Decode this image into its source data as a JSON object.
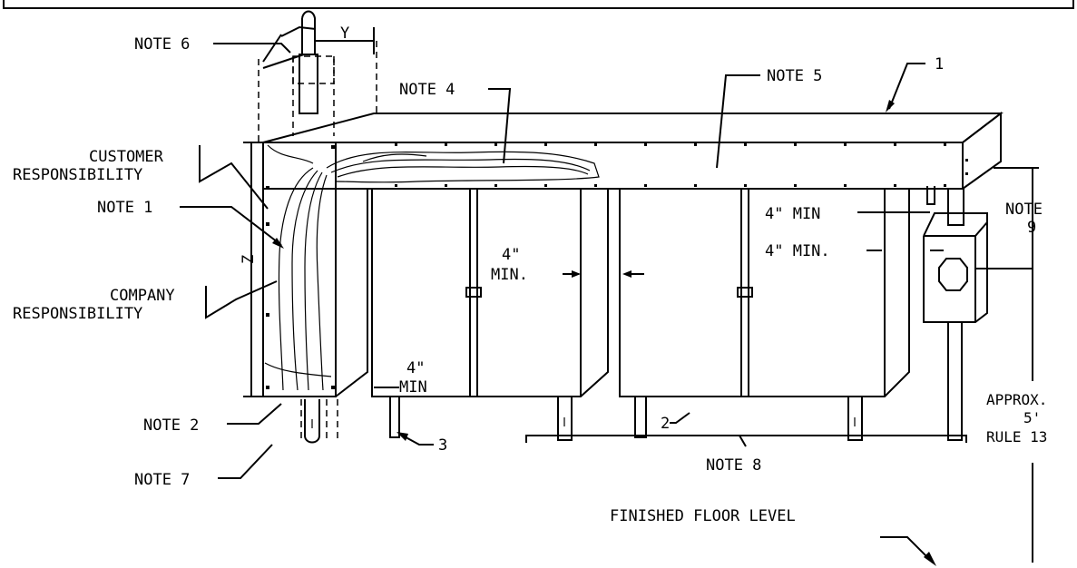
{
  "labels": {
    "note6": "NOTE 6",
    "y": "Y",
    "note4": "NOTE 4",
    "note5": "NOTE 5",
    "item1": "1",
    "customer_line1": "CUSTOMER",
    "customer_line2": "RESPONSIBILITY",
    "note1": "NOTE 1",
    "z": "Z",
    "company_line1": "COMPANY",
    "company_line2": "RESPONSIBILITY",
    "note2": "NOTE 2",
    "note7": "NOTE 7",
    "item3": "3",
    "item2": "2",
    "min4_a_line1": "4\"",
    "min4_a_line2": "MIN.",
    "min4_b_line1": "4\"",
    "min4_b_line2": "MIN",
    "min4_c": "4\" MIN",
    "min4_d": "4\" MIN.",
    "note9_line1": "NOTE",
    "note9_line2": "9",
    "approx_line1": "APPROX.",
    "approx_line2": "5'",
    "approx_line3": "RULE 13",
    "note8": "NOTE 8",
    "floor": "FINISHED FLOOR LEVEL"
  }
}
